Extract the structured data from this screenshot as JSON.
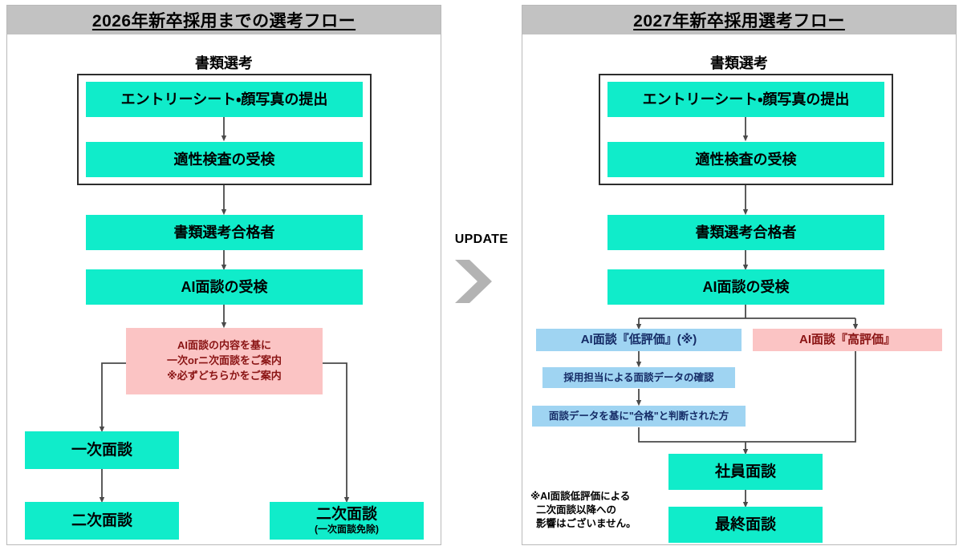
{
  "left_panel": {
    "title": "2026年新卒採用までの選考フロー",
    "section_label": "書類選考",
    "nodes": {
      "entry_sheet": "エントリーシート・顔写真の提出",
      "aptitude_test": "適性検査の受検",
      "doc_passer": "書類選考合格者",
      "ai_interview": "AI面談の受検",
      "decision_line1": "AI面談の内容を基に",
      "decision_line2": "一次orニ次面談をご案内",
      "decision_line3": "※必ずどちらかをご案内",
      "first_interview": "一次面談",
      "second_interview": "二次面談",
      "second_interview_exempt": "二次面談",
      "second_interview_exempt_sub": "(一次面談免除)"
    }
  },
  "middle": {
    "update_label": "UPDATE",
    "arrow_icon": "chevron-right-icon",
    "arrow_color": "#b3b3b3"
  },
  "right_panel": {
    "title": "2027年新卒採用選考フロー",
    "section_label": "書類選考",
    "nodes": {
      "entry_sheet": "エントリーシート・顔写真の提出",
      "aptitude_test": "適性検査の受検",
      "doc_passer": "書類選考合格者",
      "ai_interview": "AI面談の受検",
      "ai_low": "AI面談『低評価』(※)",
      "ai_high": "AI面談『高評価』",
      "recruiter_check": "採用担当による面談データの確認",
      "pass_judged": "面談データを基に\"合格\"と判断された方",
      "employee_interview": "社員面談",
      "final_interview": "最終面談"
    },
    "footnote": "※AI面談低評価による\n  二次面談以降への\n  影響はございません。"
  },
  "colors": {
    "green": "#10ecca",
    "blue": "#9fd4f2",
    "pink": "#fbc4c4",
    "header_gray": "#c2c2c2",
    "arrow_gray": "#b3b3b3",
    "connector": "#4a4a4a",
    "panel_border": "#b9b9b9",
    "blue_text": "#152b66",
    "pink_text": "#8a1414"
  }
}
